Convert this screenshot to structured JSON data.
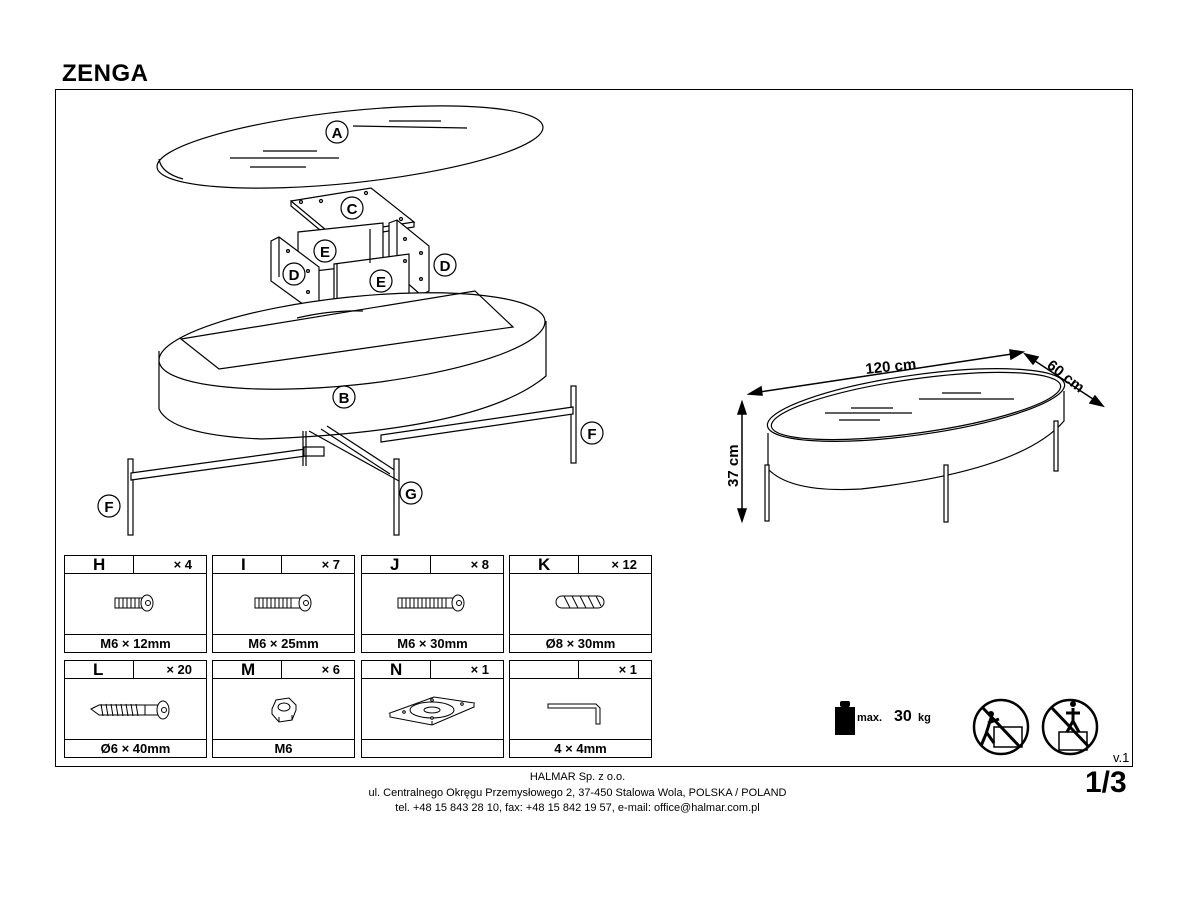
{
  "document": {
    "title": "ZENGA",
    "version": "v.1",
    "page": "1/3"
  },
  "parts": {
    "A": "A",
    "B": "B",
    "C": "C",
    "D": "D",
    "E": "E",
    "F": "F",
    "G": "G"
  },
  "dimensions": {
    "length": "120 cm",
    "width": "60 cm",
    "height": "37 cm"
  },
  "hardware": [
    {
      "letter": "H",
      "qty": "× 4",
      "size": "M6 × 12mm",
      "icon": "bolt-short-icon"
    },
    {
      "letter": "I",
      "qty": "× 7",
      "size": "M6 × 25mm",
      "icon": "bolt-medium-icon"
    },
    {
      "letter": "J",
      "qty": "× 8",
      "size": "M6 × 30mm",
      "icon": "bolt-long-icon"
    },
    {
      "letter": "K",
      "qty": "× 12",
      "size": "Ø8 × 30mm",
      "icon": "wooden-dowel-icon"
    },
    {
      "letter": "L",
      "qty": "× 20",
      "size": "Ø6 × 40mm",
      "icon": "wood-screw-icon"
    },
    {
      "letter": "M",
      "qty": "× 6",
      "size": "M6",
      "icon": "hex-nut-icon"
    },
    {
      "letter": "N",
      "qty": "× 1",
      "size": "",
      "icon": "swivel-plate-icon"
    },
    {
      "letter": "",
      "qty": "× 1",
      "size": "4 × 4mm",
      "icon": "allen-key-icon"
    }
  ],
  "weight": {
    "label": "max.",
    "value": "30",
    "unit": "kg"
  },
  "warning_icons": [
    "no-climbing-icon",
    "no-standing-icon"
  ],
  "company": {
    "name": "HALMAR Sp. z o.o.",
    "address": "ul. Centralnego Okręgu Przemysłowego 2, 37-450 Stalowa Wola, POLSKA / POLAND",
    "contact": "tel. +48 15 843 28 10, fax: +48 15 842 19 57, e-mail: office@halmar.com.pl"
  }
}
